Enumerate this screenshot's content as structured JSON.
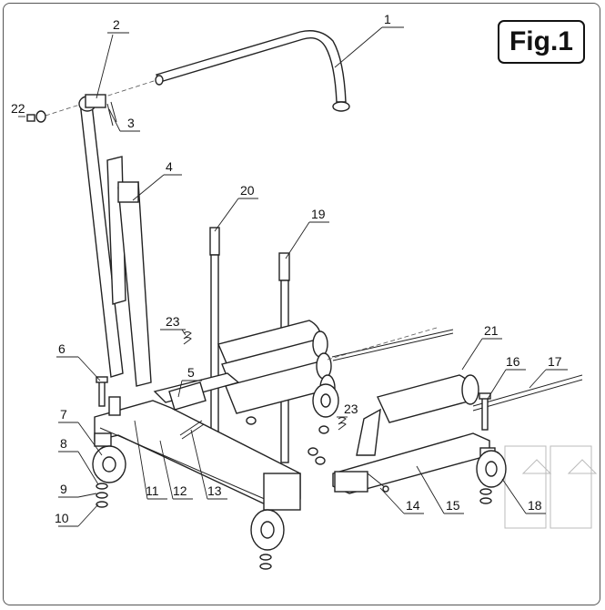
{
  "figure": {
    "title": "Fig.1"
  },
  "callouts": [
    {
      "id": "1",
      "label": "1"
    },
    {
      "id": "2",
      "label": "2"
    },
    {
      "id": "3",
      "label": "3"
    },
    {
      "id": "4",
      "label": "4"
    },
    {
      "id": "5",
      "label": "5"
    },
    {
      "id": "6",
      "label": "6"
    },
    {
      "id": "7",
      "label": "7"
    },
    {
      "id": "8",
      "label": "8"
    },
    {
      "id": "9",
      "label": "9"
    },
    {
      "id": "10",
      "label": "10"
    },
    {
      "id": "11",
      "label": "11"
    },
    {
      "id": "12",
      "label": "12"
    },
    {
      "id": "13",
      "label": "13"
    },
    {
      "id": "14",
      "label": "14"
    },
    {
      "id": "15",
      "label": "15"
    },
    {
      "id": "16",
      "label": "16"
    },
    {
      "id": "17",
      "label": "17"
    },
    {
      "id": "18",
      "label": "18"
    },
    {
      "id": "19",
      "label": "19"
    },
    {
      "id": "20",
      "label": "20"
    },
    {
      "id": "21",
      "label": "21"
    },
    {
      "id": "22",
      "label": "22"
    },
    {
      "id": "23a",
      "label": "23"
    },
    {
      "id": "23b",
      "label": "23"
    }
  ]
}
